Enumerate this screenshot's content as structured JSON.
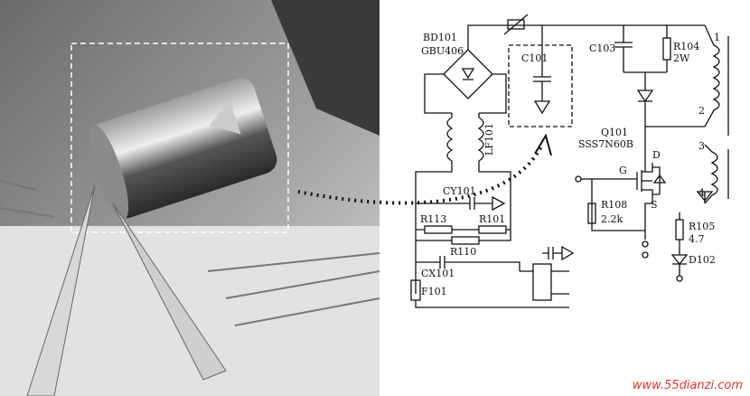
{
  "components": {
    "bd101": "BD101",
    "gbu406": "GBU406",
    "c101": "C101",
    "lf101": "LF101",
    "cy101": "CY101",
    "r113": "R113",
    "r101": "R101",
    "r110": "R110",
    "cx101": "CX101",
    "f101": "F101",
    "c103": "C103",
    "r104": "R104",
    "r104_value": "2W",
    "q101": "Q101",
    "q101_part": "SSS7N60B",
    "pin_d": "D",
    "pin_g": "G",
    "pin_s": "S",
    "r108": "R108",
    "r108_value": "2.2k",
    "r105": "R105",
    "r105_value": "4.7",
    "d102": "D102",
    "coil_pin_1": "1",
    "coil_pin_2": "2",
    "coil_pin_3": "3",
    "coil_pin_4": "4"
  },
  "watermark": "www.55dianzi.com",
  "colors": {
    "watermark": "#e5322d",
    "line": "#111111"
  }
}
